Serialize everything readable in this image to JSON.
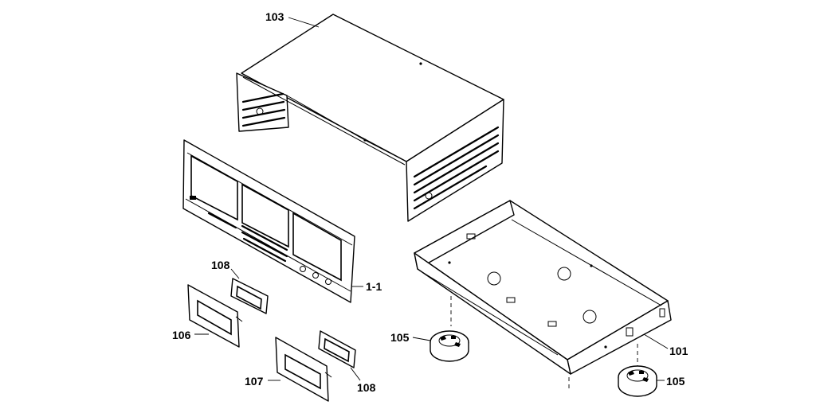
{
  "diagram": {
    "callouts": {
      "cover": "103",
      "front_panel": "1-1",
      "bracket_left_top": "108",
      "bracket_left": "106",
      "bracket_right": "107",
      "bracket_right_bottom": "108",
      "foot_left": "105",
      "foot_right": "105",
      "chassis": "101"
    }
  }
}
